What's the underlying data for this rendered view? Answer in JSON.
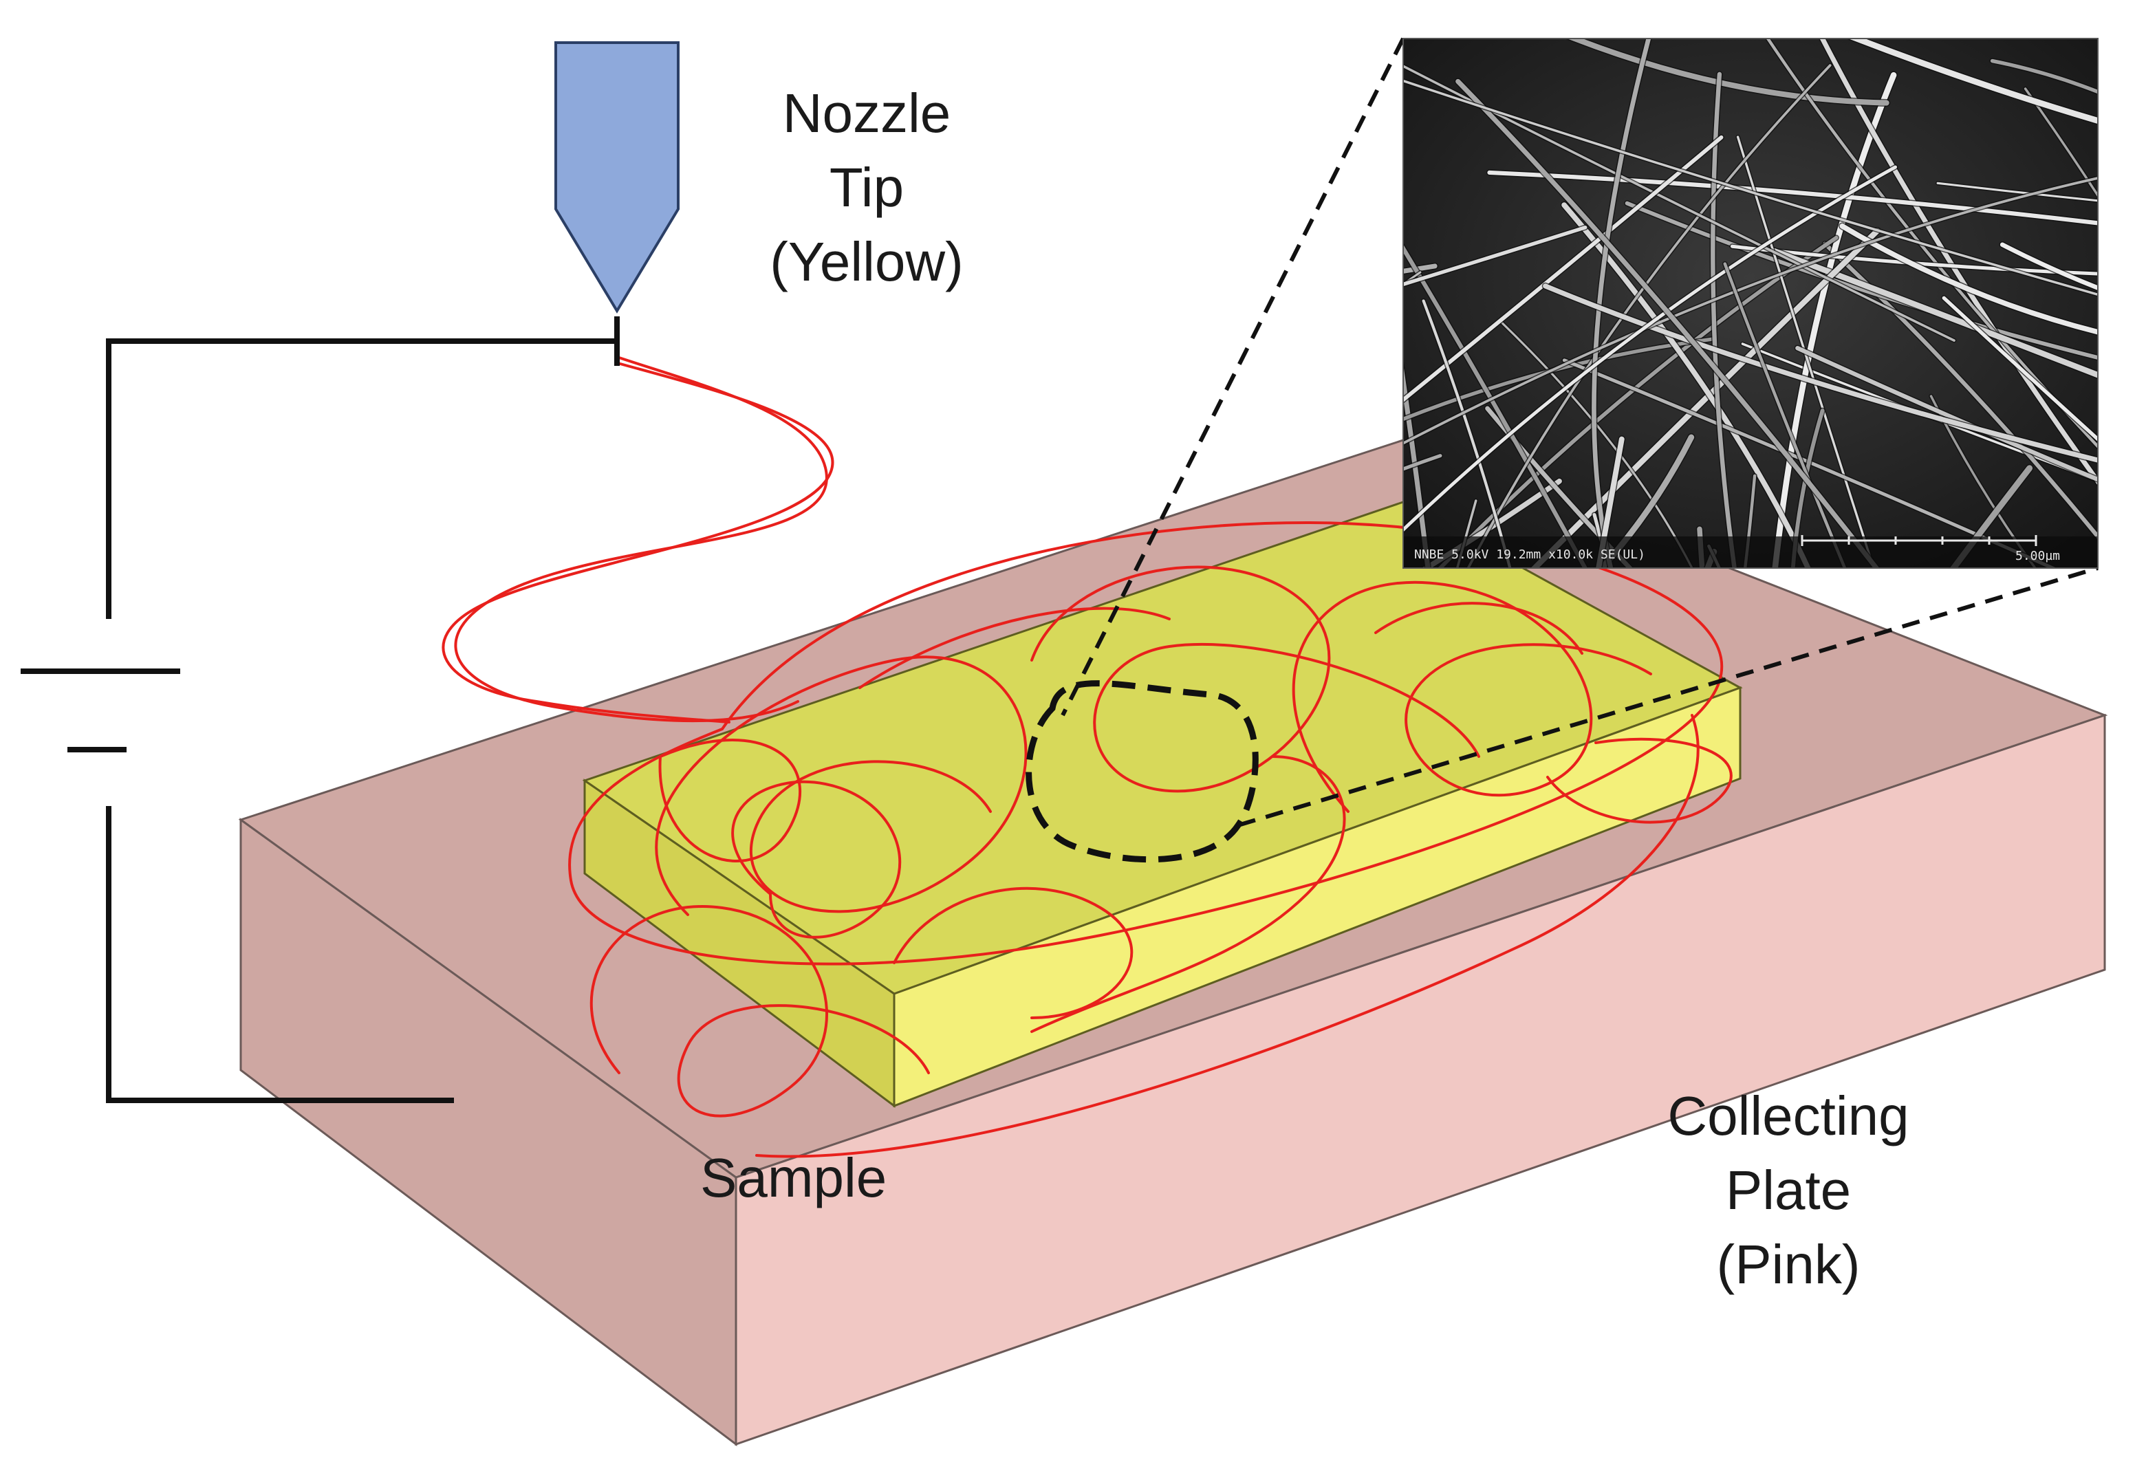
{
  "labels": {
    "nozzle": [
      "Nozzle",
      "Tip",
      "(Yellow)"
    ],
    "sample": "Sample",
    "collecting_plate": [
      "Collecting",
      "Plate",
      "(Pink)"
    ]
  },
  "sem_inset": {
    "info_text": "NNBE 5.0kV 19.2mm x10.0k SE(UL)",
    "scale_text": "5.00µm"
  },
  "colors": {
    "nozzle": "#8ea9db",
    "sample_top": "#d7d95a",
    "sample_side": "#f3f07a",
    "plate_top": "#cfa8a3",
    "plate_side": "#f1c8c4",
    "fiber": "#e8201c",
    "circuit": "#111111"
  }
}
